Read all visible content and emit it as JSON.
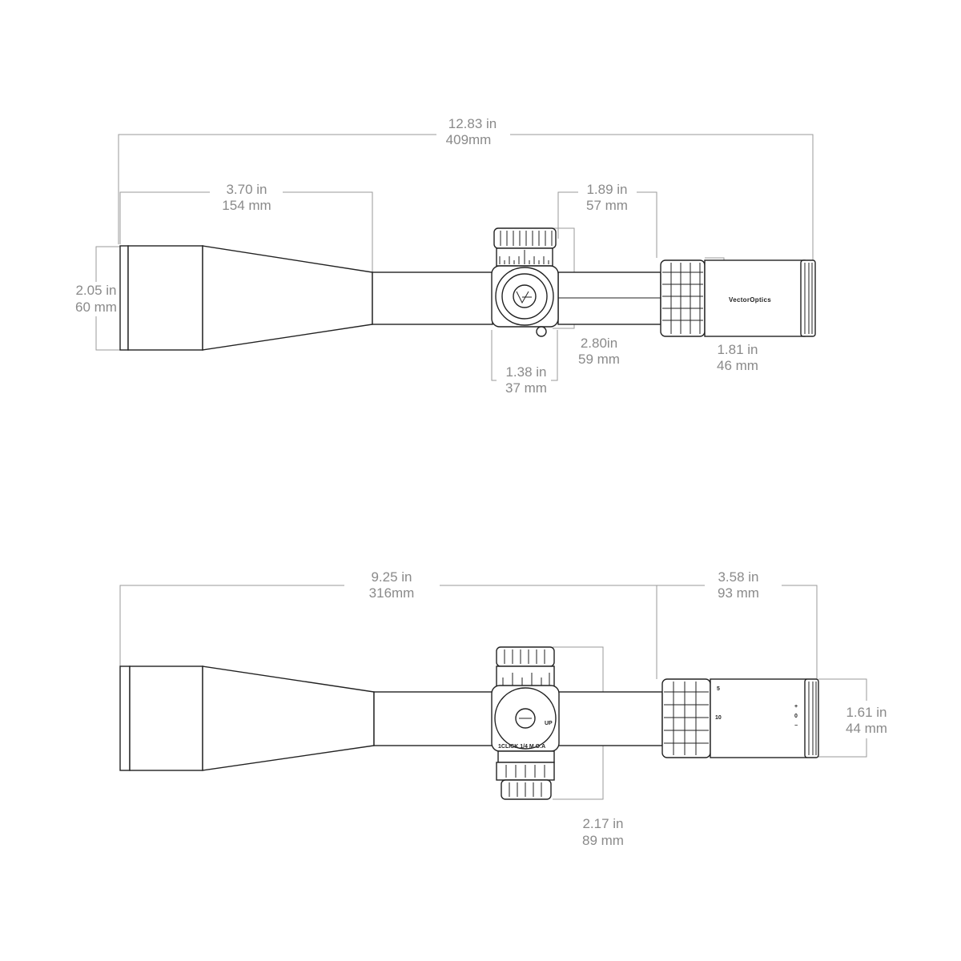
{
  "brand": "VectorOptics",
  "top_view": {
    "overall_length": {
      "in": "12.83 in",
      "mm": "409mm"
    },
    "objective_bell_length": {
      "in": "3.70 in",
      "mm": "154 mm"
    },
    "objective_diameter": {
      "in": "2.05 in",
      "mm": "60 mm"
    },
    "eyepiece_length": {
      "in": "1.89 in",
      "mm": "57 mm"
    },
    "turret_height": {
      "in": "2.80in",
      "mm": "59 mm"
    },
    "turret_width": {
      "in": "1.38 in",
      "mm": "37 mm"
    },
    "eyepiece_diameter": {
      "in": "1.81 in",
      "mm": "46 mm"
    }
  },
  "side_view": {
    "objective_to_eyepiece_length": {
      "in": "9.25 in",
      "mm": "316mm"
    },
    "eye_relief_section": {
      "in": "3.58 in",
      "mm": "93 mm"
    },
    "ocular_diameter": {
      "in": "1.61 in",
      "mm": "44 mm"
    },
    "turret_total_height": {
      "in": "2.17 in",
      "mm": "89 mm"
    }
  },
  "turret_markings": {
    "click_value": "1CLICK 1/4 M.O.A",
    "direction": "UP",
    "magnification_marks": [
      "5",
      "10"
    ],
    "diopter_marks": [
      "+",
      "0",
      "−"
    ]
  },
  "icons": [
    "vector-optics-logo-icon",
    "elevation-turret-icon",
    "magnification-ring-icon",
    "diopter-ring-icon"
  ]
}
